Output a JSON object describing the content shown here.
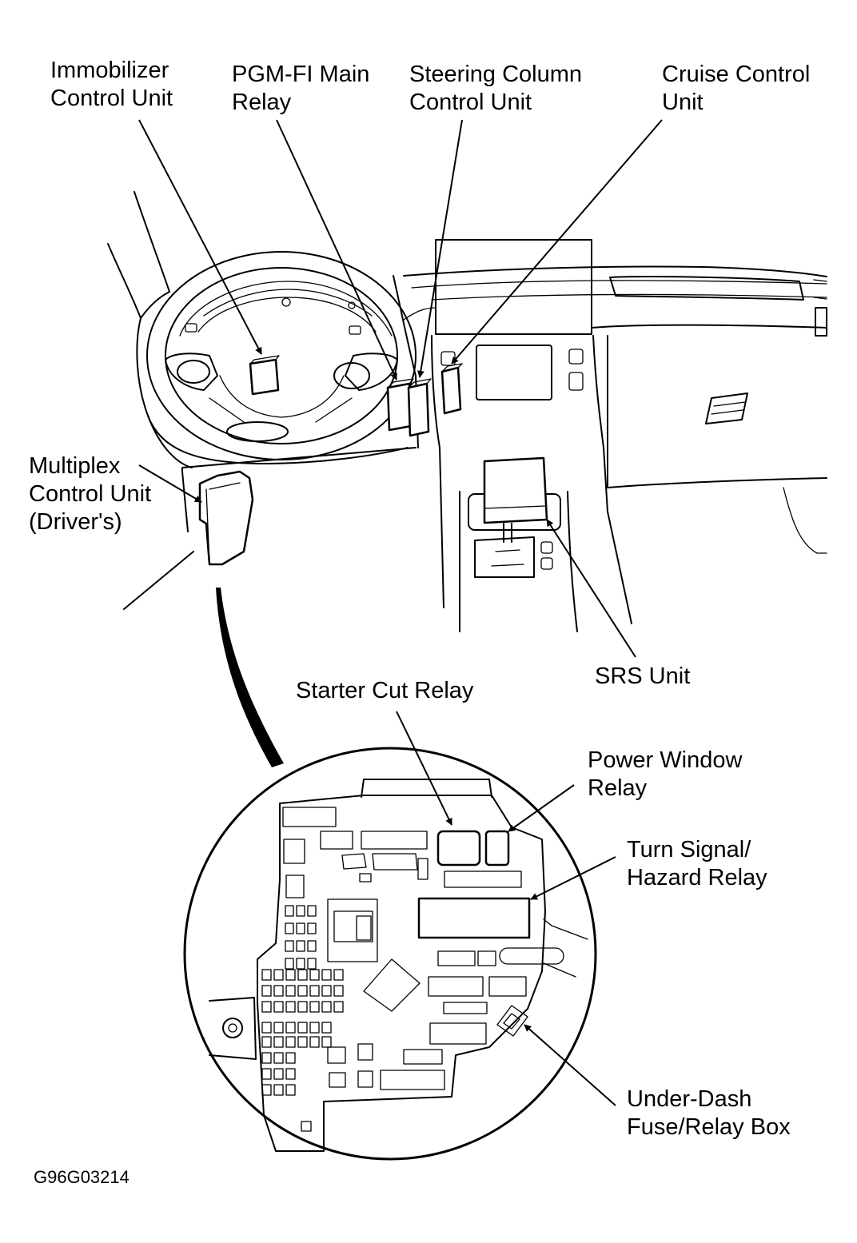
{
  "labels": {
    "immobilizer": [
      "Immobilizer",
      "Control Unit"
    ],
    "pgm_fi": [
      "PGM-FI Main",
      "Relay"
    ],
    "steering_column": [
      "Steering Column",
      "Control Unit"
    ],
    "cruise_control": [
      "Cruise Control",
      "Unit"
    ],
    "multiplex": [
      "Multiplex",
      "Control Unit",
      "(Driver's)"
    ],
    "srs": [
      "SRS Unit"
    ],
    "starter_cut": [
      "Starter Cut Relay"
    ],
    "power_window": [
      "Power Window",
      "Relay"
    ],
    "turn_signal": [
      "Turn Signal/",
      "Hazard Relay"
    ],
    "under_dash": [
      "Under-Dash",
      "Fuse/Relay Box"
    ]
  },
  "figure_code": "G96G03214"
}
